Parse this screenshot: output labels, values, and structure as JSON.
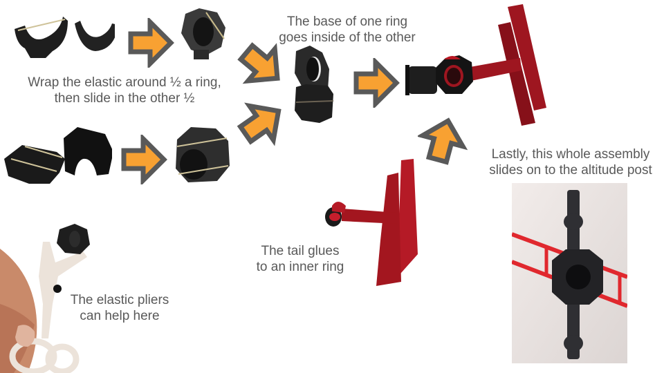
{
  "slide": {
    "background": "#ffffff",
    "captions": {
      "wrap_elastic": [
        "Wrap the elastic around ½ a ring,",
        "then slide in the other ½"
      ],
      "base_inside": [
        "The base of one ring",
        "goes inside  of the other"
      ],
      "lastly": [
        "Lastly, this whole assembly",
        "slides on to the altitude post"
      ],
      "tail_glues": [
        "The tail glues",
        "to an inner ring"
      ],
      "pliers": [
        "The elastic pliers",
        "can help here"
      ]
    },
    "colors": {
      "text": "#595959",
      "arrow_fill": "#f8a132",
      "arrow_stroke": "#595959",
      "part_black": "#1e1e1e",
      "part_red": "#9e1620",
      "pliers_white": "#ece3da",
      "photo_bg": "#ebe4e1"
    },
    "images": [
      {
        "id": "ring-halves-top",
        "desc": "black ring half with elastic and second half"
      },
      {
        "id": "ring-assembled-top",
        "desc": "assembled ring with elastic"
      },
      {
        "id": "ring-halves-bottom",
        "desc": "black ring halves with two elastics"
      },
      {
        "id": "ring-assembled-bottom",
        "desc": "assembled outer ring"
      },
      {
        "id": "rings-stacked",
        "desc": "two rings stacked, base inside the other"
      },
      {
        "id": "plane-assembly",
        "desc": "ring assembly attached to red biplane tail"
      },
      {
        "id": "plane-tail",
        "desc": "red biplane tail with inner ring"
      },
      {
        "id": "pliers-photo",
        "desc": "hand holding elastic pliers with ring"
      },
      {
        "id": "altitude-post-photo",
        "desc": "ring assembly on altitude post"
      }
    ],
    "arrows": [
      {
        "id": "arrow-1",
        "direction": "right"
      },
      {
        "id": "arrow-2",
        "direction": "right"
      },
      {
        "id": "arrow-3",
        "direction": "down-right"
      },
      {
        "id": "arrow-4",
        "direction": "up-right"
      },
      {
        "id": "arrow-5",
        "direction": "right"
      },
      {
        "id": "arrow-6",
        "direction": "up"
      }
    ]
  }
}
